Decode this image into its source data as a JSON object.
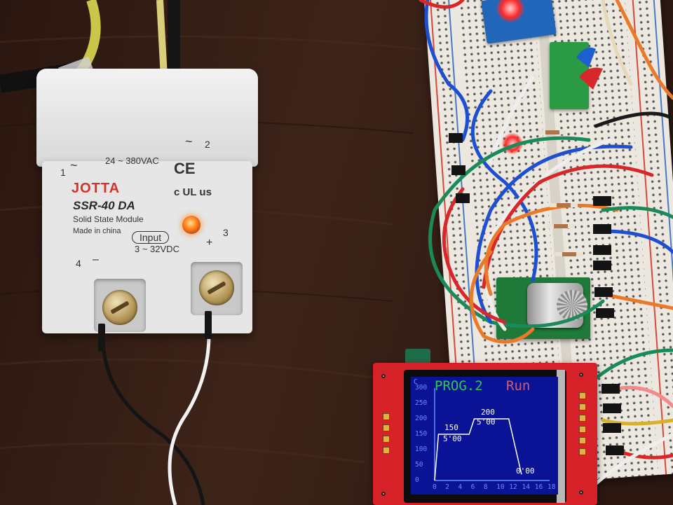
{
  "ssr_module": {
    "brand": "JOTTA",
    "model": "SSR-40 DA",
    "description": "Solid State Module",
    "origin": "Made in china",
    "ac_rating": "24 ~ 380VAC",
    "input_label": "Input",
    "dc_rating": "3 ~ 32VDC",
    "ce_mark": "CE",
    "ul_mark": "c UL us",
    "terminal_1": "1",
    "terminal_2": "2",
    "terminal_3": "3",
    "terminal_4": "4",
    "minus_sign": "–",
    "plus_sign": "+",
    "ac_symbol_left": "~",
    "ac_symbol_right": "~",
    "indicator_led_color": "#ff7a1a"
  },
  "tft_display": {
    "program_label": "PROG.2",
    "status_label": "Run",
    "program_color": "#32c45a",
    "status_color": "#c8607a",
    "background_color": "#0a1296",
    "y_unit": "C",
    "y_ticks": [
      "300",
      "250",
      "200",
      "150",
      "100",
      "50",
      "0"
    ],
    "x_ticks": [
      "0",
      "2",
      "4",
      "6",
      "8",
      "10",
      "12",
      "14",
      "16",
      "18"
    ],
    "profile": {
      "steps": [
        {
          "temp_label": "150",
          "time_label": "5'00"
        },
        {
          "temp_label": "200",
          "time_label": "5'00"
        },
        {
          "temp_label": "",
          "time_label": "0'00"
        }
      ],
      "points": [
        {
          "x": 0,
          "y": 0
        },
        {
          "x": 0.6,
          "y": 150
        },
        {
          "x": 5.4,
          "y": 150
        },
        {
          "x": 6.2,
          "y": 200
        },
        {
          "x": 11.6,
          "y": 200
        },
        {
          "x": 13.6,
          "y": 20
        }
      ],
      "x_range": [
        0,
        18
      ],
      "y_range": [
        0,
        300
      ],
      "line_color": "#ffffff",
      "axis_color": "#6a8cff"
    }
  },
  "colors": {
    "table_wood": "#3a2218",
    "breadboard": "#ece8df",
    "tft_pcb": "#d62128",
    "encoder_pcb": "#1f7a3a",
    "breadboard_led": "#ff2a2a"
  }
}
